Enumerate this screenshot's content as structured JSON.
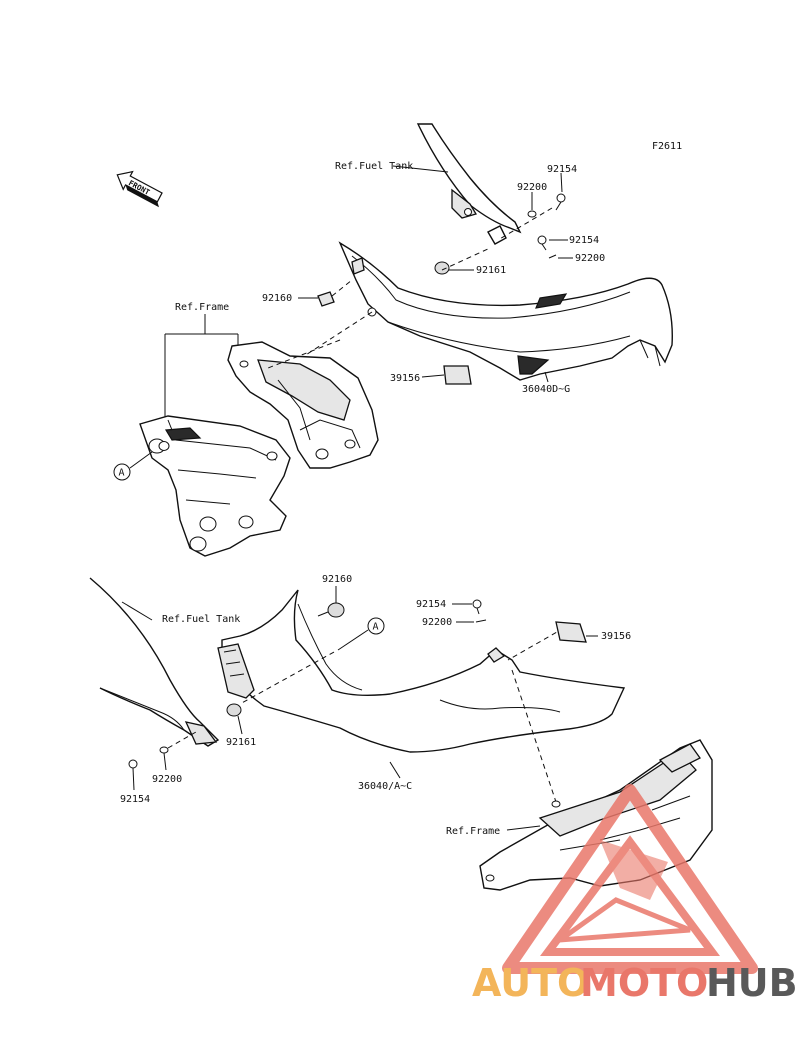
{
  "figure_code": "F2611",
  "front_arrow_label": "FRONT",
  "upper": {
    "ref_fuel_tank": "Ref.Fuel Tank",
    "ref_frame": "Ref.Frame",
    "parts": {
      "p92154_a": "92154",
      "p92200_a": "92200",
      "p92154_b": "92154",
      "p92200_b": "92200",
      "p92161": "92161",
      "p92160": "92160",
      "p39156": "39156",
      "p36040": "36040D~G"
    },
    "callout_a": "A"
  },
  "lower": {
    "ref_fuel_tank": "Ref.Fuel Tank",
    "ref_frame": "Ref.Frame",
    "parts": {
      "p92160": "92160",
      "p92154_a": "92154",
      "p92200_a": "92200",
      "p39156": "39156",
      "p92161": "92161",
      "p92200_b": "92200",
      "p92154_b": "92154",
      "p36040": "36040/A~C"
    },
    "callout_a": "A"
  },
  "watermark": {
    "part1": "AUTO",
    "part2": "MOTO",
    "part3": "HUB",
    "color_orange": "#f3b55a",
    "color_red": "#e9776a",
    "color_gray": "#595959"
  }
}
